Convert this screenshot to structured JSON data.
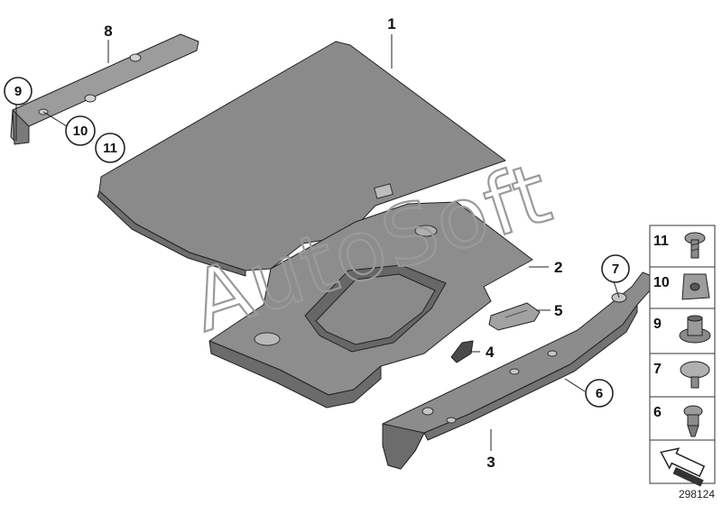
{
  "diagram": {
    "callouts": {
      "c1": "1",
      "c2": "2",
      "c3": "3",
      "c4": "4",
      "c5": "5",
      "c6": "6",
      "c7": "7",
      "c8": "8",
      "c9": "9",
      "c10": "10",
      "c11": "11"
    },
    "side_legend": [
      {
        "label": "11",
        "icon": "hex-bolt-icon"
      },
      {
        "label": "10",
        "icon": "clip-nut-icon"
      },
      {
        "label": "9",
        "icon": "expanding-nut-icon"
      },
      {
        "label": "7",
        "icon": "round-cap-icon"
      },
      {
        "label": "6",
        "icon": "rivet-clip-icon"
      }
    ],
    "arrow_icon": "direction-arrow-icon",
    "watermark": "AutoSoft",
    "document_id": "298124",
    "colors": {
      "part_fill": "#8e8e8e",
      "part_dark": "#6f6f6f",
      "part_light": "#b4b4b4",
      "line": "#222222",
      "watermark": "#9a9a9a"
    }
  }
}
